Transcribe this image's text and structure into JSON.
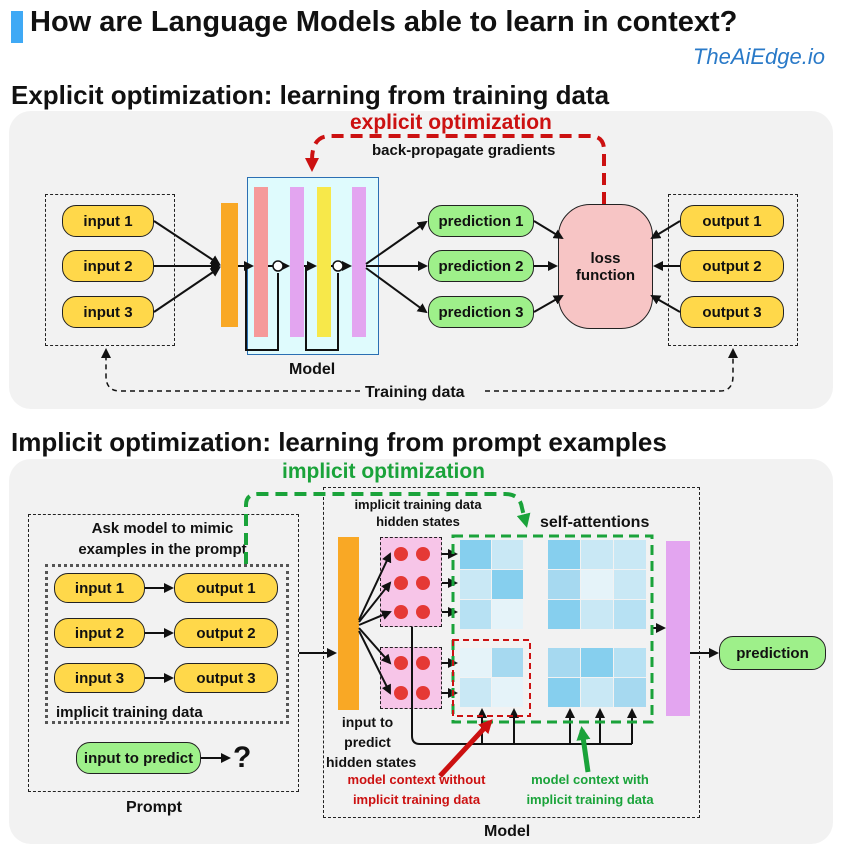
{
  "header": {
    "title": "How are Language Models able to learn in context?",
    "brand": "TheAiEdge.io",
    "accent_color": "#3fa9f5"
  },
  "explicit": {
    "heading": "Explicit optimization: learning from training data",
    "optimization_label": "explicit optimization",
    "backprop_label": "back-propagate gradients",
    "inputs": [
      "input 1",
      "input 2",
      "input 3"
    ],
    "predictions": [
      "prediction 1",
      "prediction 2",
      "prediction 3"
    ],
    "outputs": [
      "output 1",
      "output 2",
      "output 3"
    ],
    "loss_label_1": "loss",
    "loss_label_2": "function",
    "model_label": "Model",
    "training_data_label": "Training data"
  },
  "implicit": {
    "heading": "Implicit optimization: learning from prompt examples",
    "optimization_label": "implicit optimization",
    "instruction_1": "Ask model to mimic",
    "instruction_2": "examples in the prompt",
    "pairs": [
      {
        "input": "input 1",
        "output": "output 1"
      },
      {
        "input": "input 2",
        "output": "output 2"
      },
      {
        "input": "input 3",
        "output": "output 3"
      }
    ],
    "implicit_training_data_label": "implicit training data",
    "input_to_predict": "input to predict",
    "question_mark": "?",
    "prompt_label": "Prompt",
    "hidden_states_1": "implicit training data",
    "hidden_states_2": "hidden states",
    "self_attentions_label": "self-attentions",
    "predict_states_1": "input to",
    "predict_states_2": "predict",
    "predict_states_3": "hidden states",
    "without_1": "model context without",
    "without_2": "implicit training data",
    "with_1": "model context with",
    "with_2": "implicit training data",
    "prediction_label": "prediction",
    "model_label": "Model"
  },
  "colors": {
    "red": "#cc1111",
    "green": "#1aa33a",
    "yellow": "#ffd84a",
    "light_green": "#9ef08a",
    "orange": "#f9a825",
    "violet": "#e3a5f0",
    "pink": "#f7c5c5"
  }
}
